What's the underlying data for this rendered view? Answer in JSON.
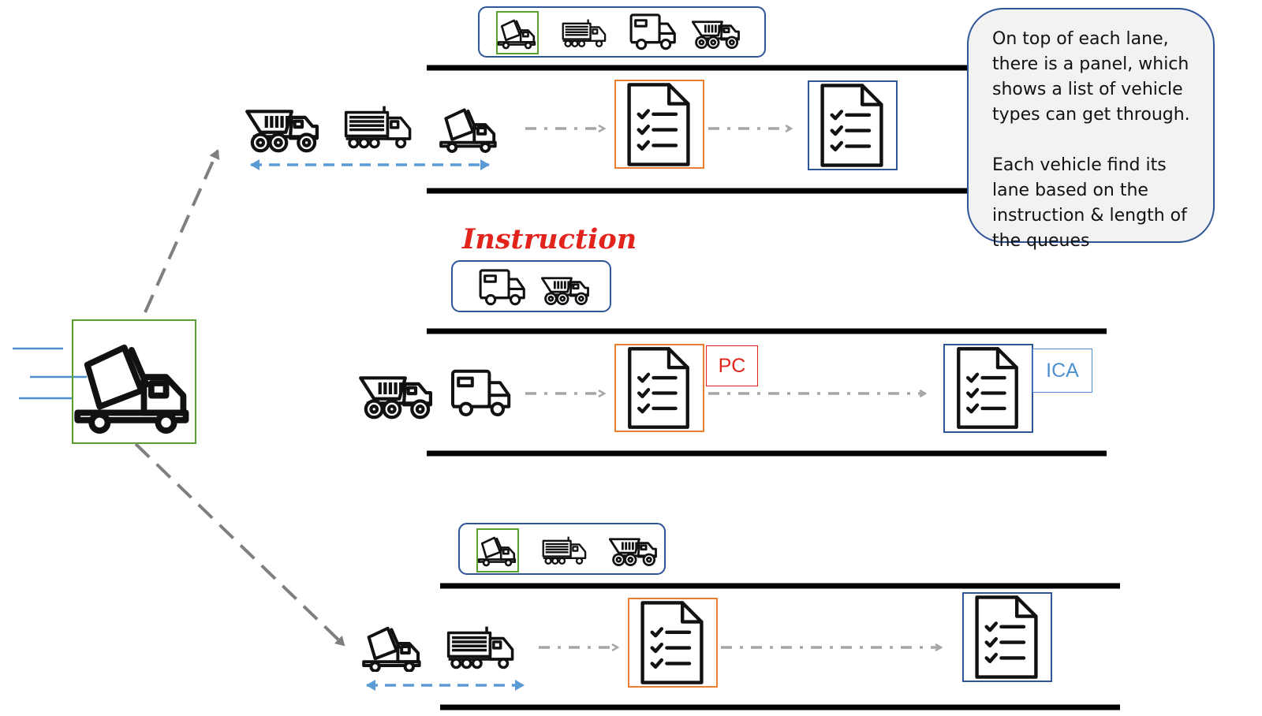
{
  "note": {
    "paragraph1": "On top of each lane, there is a panel, which shows a list of vehicle types can get through.",
    "paragraph2": "Each vehicle find its lane based on the instruction & length of the queues"
  },
  "instruction_title": "Instruction",
  "tags": {
    "pc": "PC",
    "ica": "ICA"
  },
  "colors": {
    "panel_border": "#2e5597",
    "highlight_green": "#5aa02c",
    "orange_box": "#ed7d31",
    "blue_box": "#2e5597",
    "queue_arrow": "#5b9bd5",
    "flow_arrow": "#a6a6a6",
    "route_arrow": "#7f7f7f",
    "instruction_red": "#e3241c",
    "lane_line": "#000000"
  },
  "icons": [
    "cement-mixer-icon",
    "box-truck-icon",
    "delivery-van-icon",
    "dump-truck-icon",
    "checklist-document-icon"
  ]
}
